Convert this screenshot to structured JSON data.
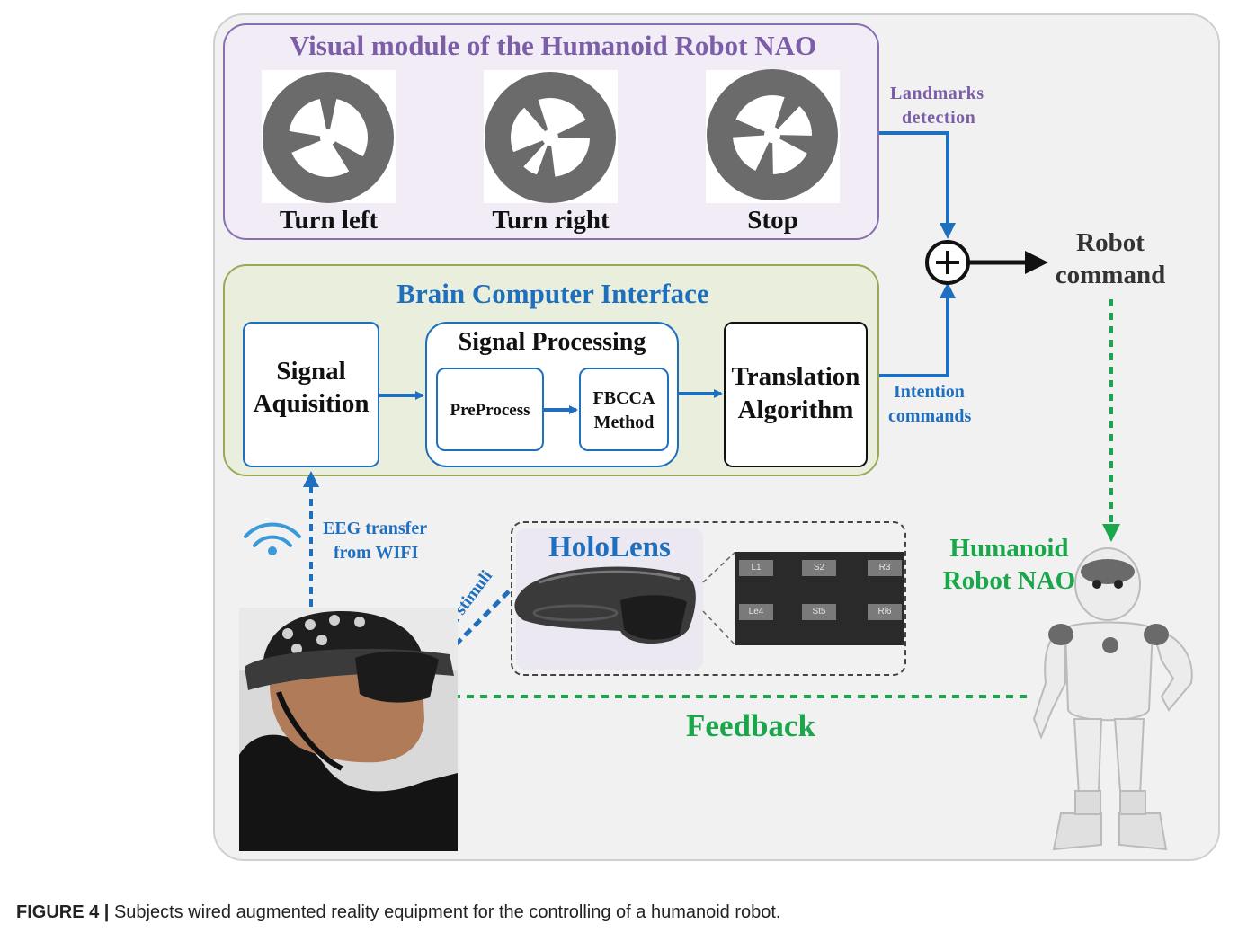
{
  "visual_module": {
    "title": "Visual module of the Humanoid Robot NAO",
    "markers": [
      {
        "label": "Turn left"
      },
      {
        "label": "Turn right"
      },
      {
        "label": "Stop"
      }
    ]
  },
  "landmarks": {
    "line1": "Landmarks",
    "line2": "detection"
  },
  "robot_command": {
    "line1": "Robot",
    "line2": "command"
  },
  "bci": {
    "title": "Brain Computer Interface",
    "signal_acquisition": {
      "line1": "Signal",
      "line2": "Aquisition"
    },
    "signal_processing": {
      "title": "Signal Processing",
      "preprocess": "PreProcess",
      "fbcca": {
        "line1": "FBCCA",
        "line2": "Method"
      }
    },
    "translation": {
      "line1": "Translation",
      "line2": "Algorithm"
    }
  },
  "intention": {
    "line1": "Intention",
    "line2": "commands"
  },
  "eeg": {
    "line1": "EEG transfer",
    "line2": "from WIFI"
  },
  "hololens": {
    "title": "HoloLens",
    "grid": [
      "L1",
      "S2",
      "R3",
      "Le4",
      "St5",
      "Ri6"
    ]
  },
  "visual_stimuli": "Visual stimuli",
  "robot": {
    "line1": "Humanoid",
    "line2": "Robot NAO"
  },
  "feedback": "Feedback",
  "caption": {
    "label": "FIGURE 4 |",
    "text": " Subjects wired augmented reality equipment for the controlling of a humanoid robot."
  },
  "colors": {
    "purple": "#7b5ea7",
    "blue": "#1f6fbf",
    "green": "#1aa64a",
    "bci_bg": "#e9efdc",
    "vm_bg": "#f1ecf5"
  }
}
